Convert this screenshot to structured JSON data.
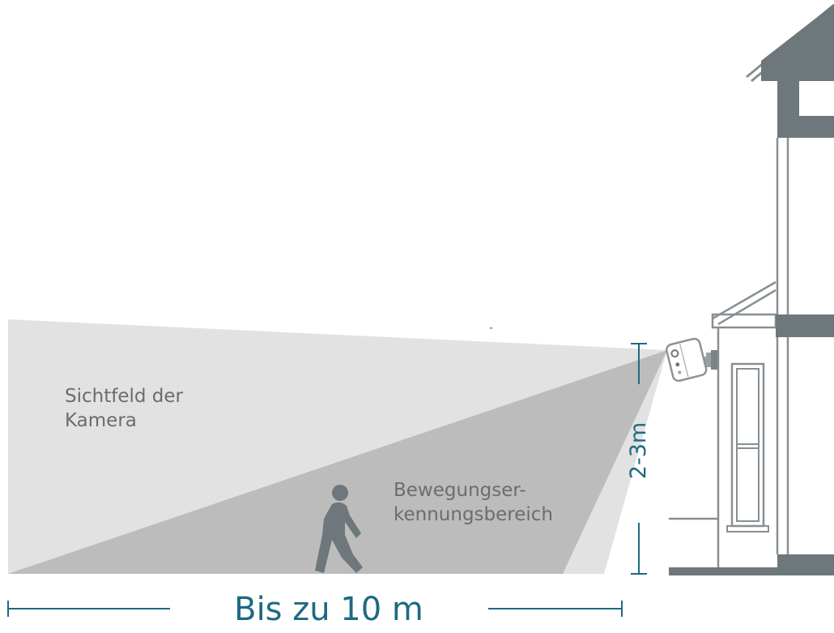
{
  "labels": {
    "field_of_view_line1": "Sichtfeld der",
    "field_of_view_line2": "Kamera",
    "motion_zone_line1": "Bewegungser-",
    "motion_zone_line2": "kennungsbereich"
  },
  "measurements": {
    "mount_height": "2-3m",
    "range": "Bis zu 10 m"
  },
  "colors": {
    "field_of_view": "#e2e2e2",
    "motion_zone": "#bcbcbc",
    "house": "#6e777b",
    "accent": "#1d6a80",
    "text": "#6a6d70"
  }
}
